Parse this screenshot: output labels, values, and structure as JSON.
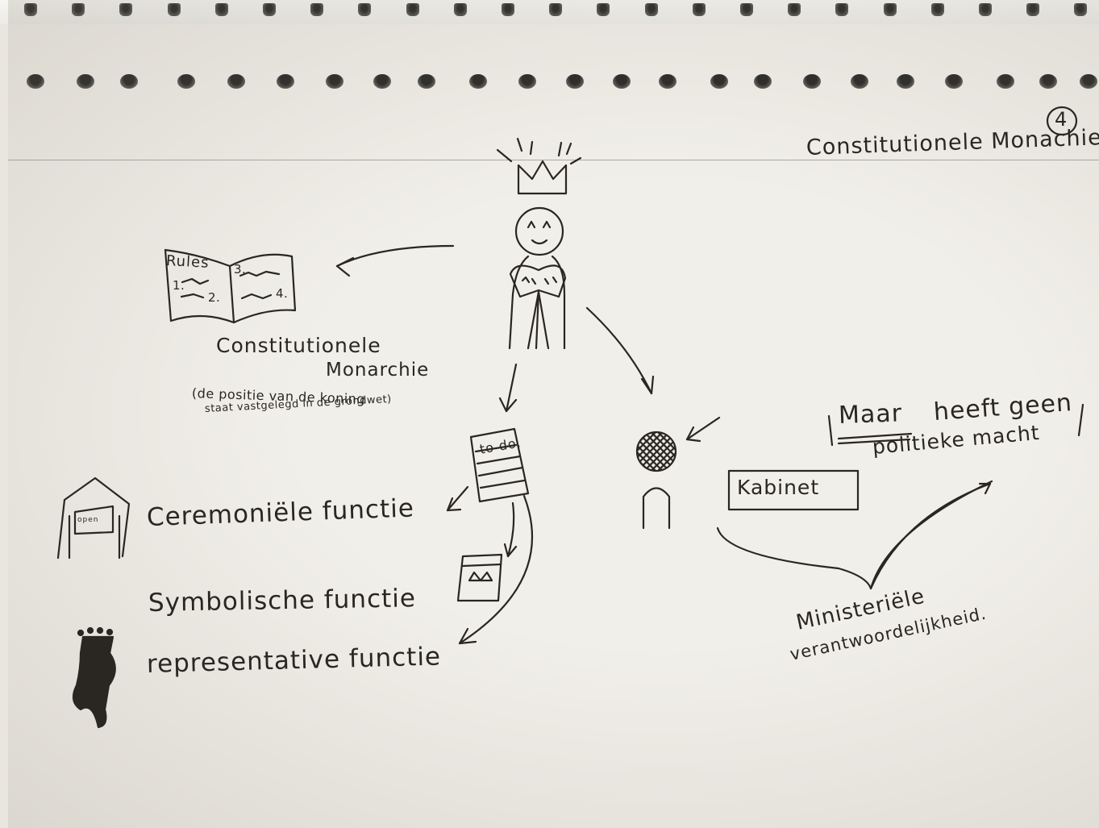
{
  "page_number": "4",
  "heading": "Constitutionele Monachie",
  "book": {
    "title": "Rules",
    "items": [
      "1.",
      "2.",
      "3.",
      "4."
    ]
  },
  "constitution": {
    "title_line1": "Constitutionele",
    "title_line2": "Monarchie",
    "note_line1": "(de positie van de koning",
    "note_line2": "staat vastgelegd in de grondwet)"
  },
  "todo_label": "to do.",
  "shop_sign": "open",
  "functions": [
    "Ceremoniële functie",
    "Symbolische functie",
    "representative functie"
  ],
  "minister_note": {
    "emphasis": "Maar",
    "line1_rest": "heeft geen",
    "line2": "politieke macht"
  },
  "kabinet_label": "Kabinet",
  "responsibility": {
    "line1": "Ministeriële",
    "line2": "verantwoordelijkheid."
  },
  "ink_color": "#2a2622",
  "paper_color": "#f1efe9"
}
